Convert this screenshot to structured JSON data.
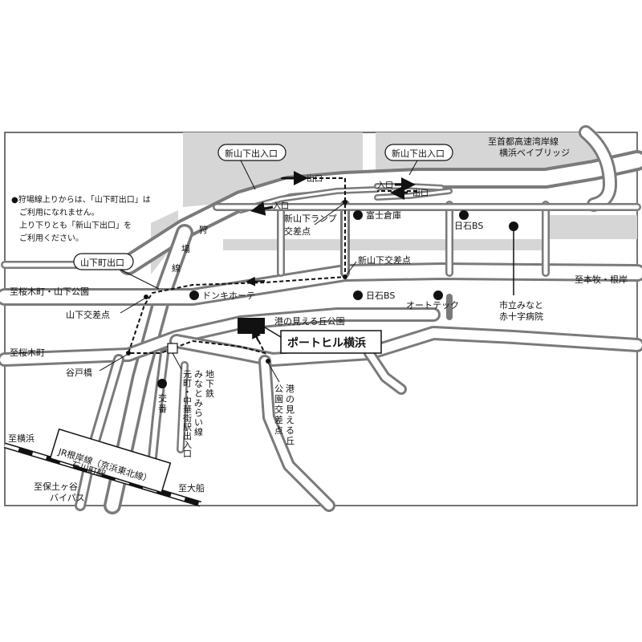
{
  "map": {
    "note": [
      "●狩場線上りからは、「山下町出口」は",
      "ご利用になれません。",
      "上り下りとも「新山下出口」を",
      "ご利用ください。"
    ],
    "callouts": {
      "shin_yamashita_left": "新山下出入口",
      "shin_yamashita_right": "新山下出入口",
      "yamashitacho_exit": "山下町出口",
      "hotel": "ポートヒル横浜"
    },
    "destinations": {
      "shuto_bayshore_1": "至首都高速湾岸線",
      "shuto_bayshore_2": "横浜ベイブリッジ",
      "honmoku": "至本牧・根岸",
      "sakuragicho_yamashita": "至桜木町・山下公園",
      "sakuragicho": "至桜木町",
      "yokohama": "至横浜",
      "ofuna": "至大船",
      "hodogaya_1": "至保土ヶ谷",
      "hodogaya_2": "バイパス"
    },
    "places": {
      "fuji_soko": "富士倉庫",
      "nisseki_bs_1": "日石BS",
      "nisseki_bs_2": "日石BS",
      "donki": "ドンキホーテ",
      "autotec": "オートテック",
      "hospital_1": "市立みなと",
      "hospital_2": "赤十字病院",
      "park": "港の見える丘公園",
      "koban": "交番"
    },
    "intersections": {
      "ramp_1": "新山下ランプ",
      "ramp_2": "交差点",
      "shin_yamashita": "新山下交差点",
      "yamashita": "山下交差点",
      "yatoba": "谷戸橋",
      "park_crossing_1": "港の見える丘",
      "park_crossing_2": "公園交差点"
    },
    "roads": {
      "kariba_1": "狩",
      "kariba_2": "場",
      "kariba_3": "線"
    },
    "ramp_labels": {
      "exit_left": "出口",
      "entrance_left": "入口",
      "entrance_right": "入口",
      "exit_right": "出口"
    },
    "subway": {
      "line_1": "地下鉄",
      "line_2": "みなとみらい線",
      "line_3": "元町・中華街駅出入口"
    },
    "rail": {
      "jr_line": "JR根岸線（京浜東北線）",
      "station": "石川町駅"
    }
  }
}
